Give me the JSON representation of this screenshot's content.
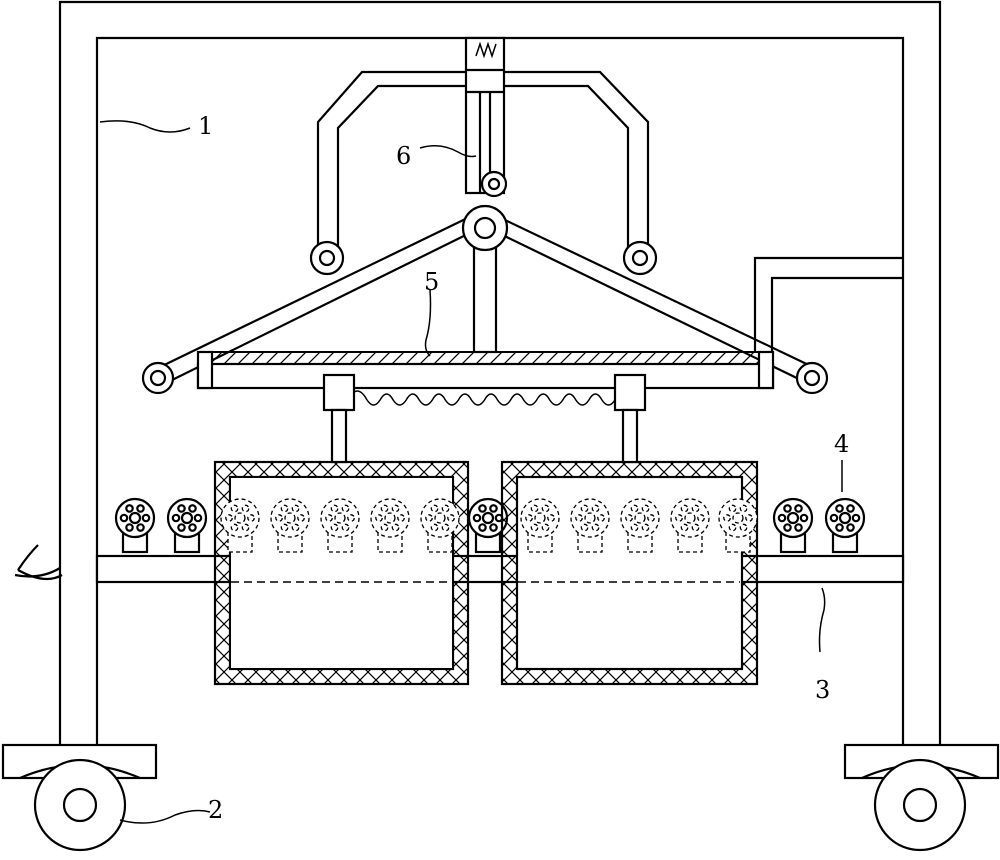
{
  "labels": [
    {
      "id": "frame",
      "text": "1"
    },
    {
      "id": "wheel",
      "text": "2"
    },
    {
      "id": "conveyor-table",
      "text": "3"
    },
    {
      "id": "roller",
      "text": "4"
    },
    {
      "id": "screw-plate",
      "text": "5"
    },
    {
      "id": "cylinder",
      "text": "6"
    }
  ]
}
